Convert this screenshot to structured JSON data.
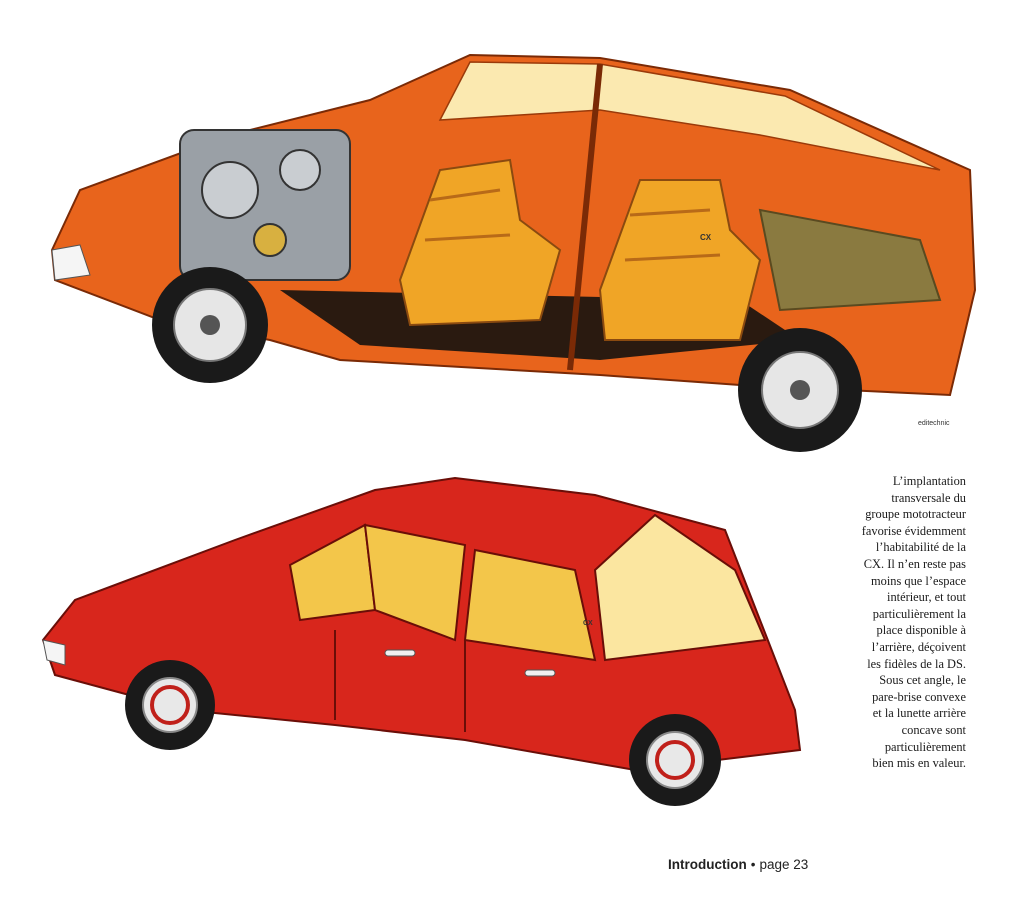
{
  "illustrations": {
    "cutaway_badge": "CX",
    "cutaway_signature": "editechnic",
    "exterior_badge": "CX"
  },
  "caption": {
    "lines": [
      "L’implantation",
      "transversale du",
      "groupe mototracteur",
      "favorise évidemment",
      "l’habitabilité de la",
      "CX. Il n’en reste pas",
      "moins que l’espace",
      "intérieur, et tout",
      "particulièrement la",
      "place disponible à",
      "l’arrière, déçoivent",
      "les fidèles de la DS.",
      "Sous cet angle, le",
      "pare-brise convexe",
      "et la lunette arrière",
      "concave sont",
      "particulièrement",
      "bien mis en valeur."
    ]
  },
  "folio": {
    "section": "Introduction",
    "separator": "•",
    "page_label": "page 23"
  },
  "colors": {
    "cutaway_body": "#e8641c",
    "cutaway_seat": "#f0a526",
    "exterior_body": "#d8261c",
    "exterior_interior": "#f3c64a"
  }
}
